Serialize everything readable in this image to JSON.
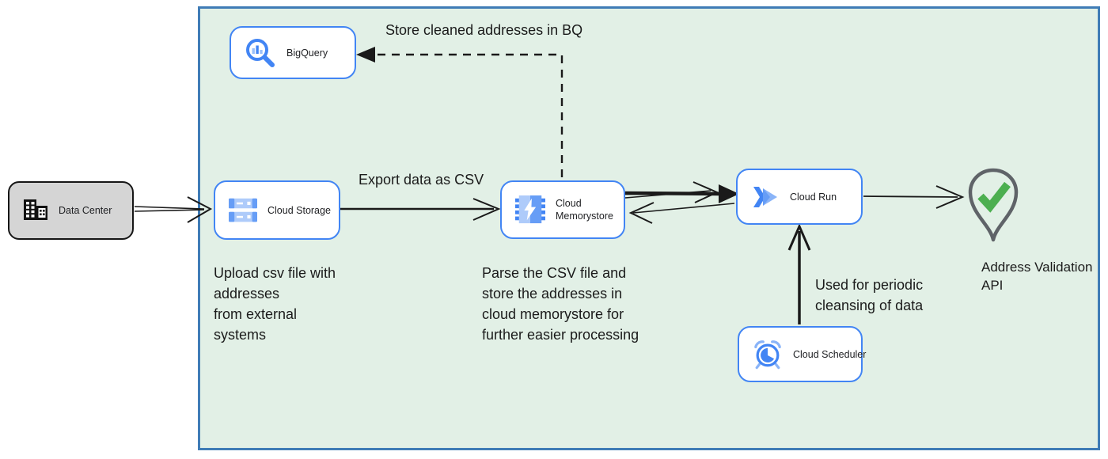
{
  "colors": {
    "node_border_blue": "#4285f4",
    "boundary_fill": "#e2f0e6",
    "boundary_border": "#3f7cb6",
    "arrow_black": "#1a1a1a",
    "datacenter_fill": "#d5d5d5",
    "pin_outline_gray": "#5f6368",
    "check_green": "#4caf50",
    "icon_blue": "#4285f4",
    "icon_blue_light": "#aecbfa"
  },
  "nodes": {
    "data_center": {
      "label": "Data Center",
      "icon": "building-icon"
    },
    "bigquery": {
      "label": "BigQuery",
      "icon": "bigquery-magnifier-chart-icon"
    },
    "cloud_storage": {
      "label": "Cloud Storage",
      "icon": "storage-disks-icon"
    },
    "cloud_memorystore": {
      "label": "Cloud Memorystore",
      "icon": "memorystore-chip-bolt-icon"
    },
    "cloud_run": {
      "label": "Cloud Run",
      "icon": "cloud-run-chevron-icon"
    },
    "cloud_scheduler": {
      "label": "Cloud Scheduler",
      "icon": "scheduler-alarm-clock-icon"
    },
    "address_validation": {
      "label": "Address Validation\nAPI",
      "icon": "map-pin-check-icon"
    }
  },
  "annotations": {
    "store_bq": "Store cleaned addresses in BQ",
    "export_csv": "Export data as CSV",
    "upload_note": "Upload csv file with\naddresses\nfrom external\nsystems",
    "parse_note": "Parse the CSV file and\nstore the addresses in\ncloud  memorystore for\nfurther easier processing",
    "periodic_note": "Used for periodic\ncleansing of data"
  }
}
